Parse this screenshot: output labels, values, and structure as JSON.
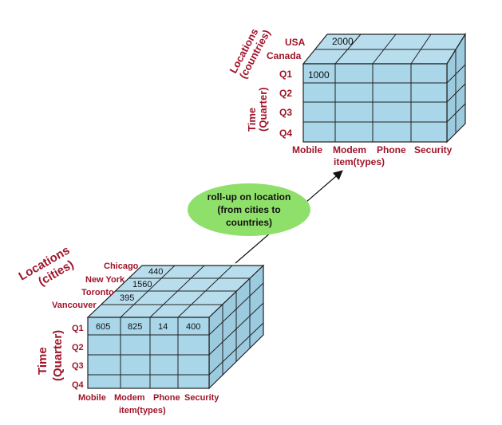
{
  "top_cube": {
    "locations_label": "Locations\n(countries)",
    "countries": [
      "USA",
      "Canada"
    ],
    "top_value": "2000",
    "first_cell_value": "1000",
    "time_label": "Time\n(Quarter)",
    "quarters": [
      "Q1",
      "Q2",
      "Q3",
      "Q4"
    ],
    "items": [
      "Mobile",
      "Modem",
      "Phone",
      "Security"
    ],
    "item_axis_label": "item(types)"
  },
  "rollup": {
    "line1": "roll-up on location",
    "line2": "(from cities to",
    "line3": "countries)",
    "ellipse_color": "#8fe06a"
  },
  "bottom_cube": {
    "locations_label": "Locations\n(cities)",
    "cities": [
      "Chicago",
      "New York",
      "Toronto",
      "Vancouver"
    ],
    "city_values": [
      "440",
      "1560",
      "395"
    ],
    "time_label": "Time\n(Quarter)",
    "quarters": [
      "Q1",
      "Q2",
      "Q3",
      "Q4"
    ],
    "q1_values": [
      "605",
      "825",
      "14",
      "400"
    ],
    "items": [
      "Mobile",
      "Modem",
      "Phone",
      "Security"
    ],
    "item_axis_label": "item(types)"
  },
  "colors": {
    "label_red": "#a0142a",
    "cube_blue": "#a9d6e8"
  }
}
